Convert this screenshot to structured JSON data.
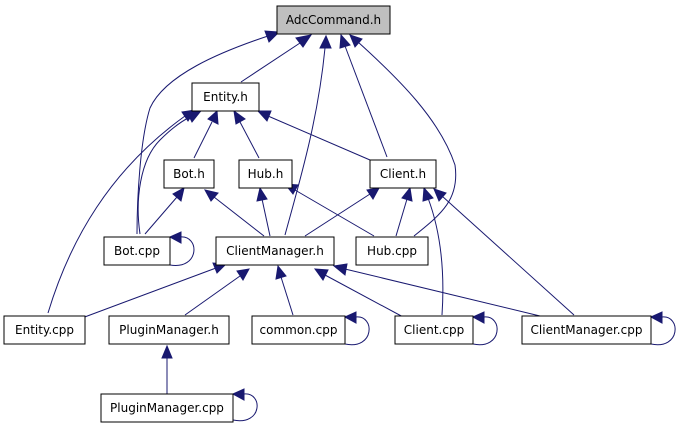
{
  "diagram": {
    "colors": {
      "edge": "#191970",
      "root_fill": "#bfbfbf",
      "node_fill": "#ffffff",
      "border": "#000000"
    },
    "nodes": {
      "adccommand_h": "AdcCommand.h",
      "entity_h": "Entity.h",
      "bot_h": "Bot.h",
      "hub_h": "Hub.h",
      "client_h": "Client.h",
      "bot_cpp": "Bot.cpp",
      "clientmanager_h": "ClientManager.h",
      "hub_cpp": "Hub.cpp",
      "entity_cpp": "Entity.cpp",
      "pluginmanager_h": "PluginManager.h",
      "common_cpp": "common.cpp",
      "client_cpp": "Client.cpp",
      "clientmanager_cpp": "ClientManager.cpp",
      "pluginmanager_cpp": "PluginManager.cpp"
    }
  }
}
